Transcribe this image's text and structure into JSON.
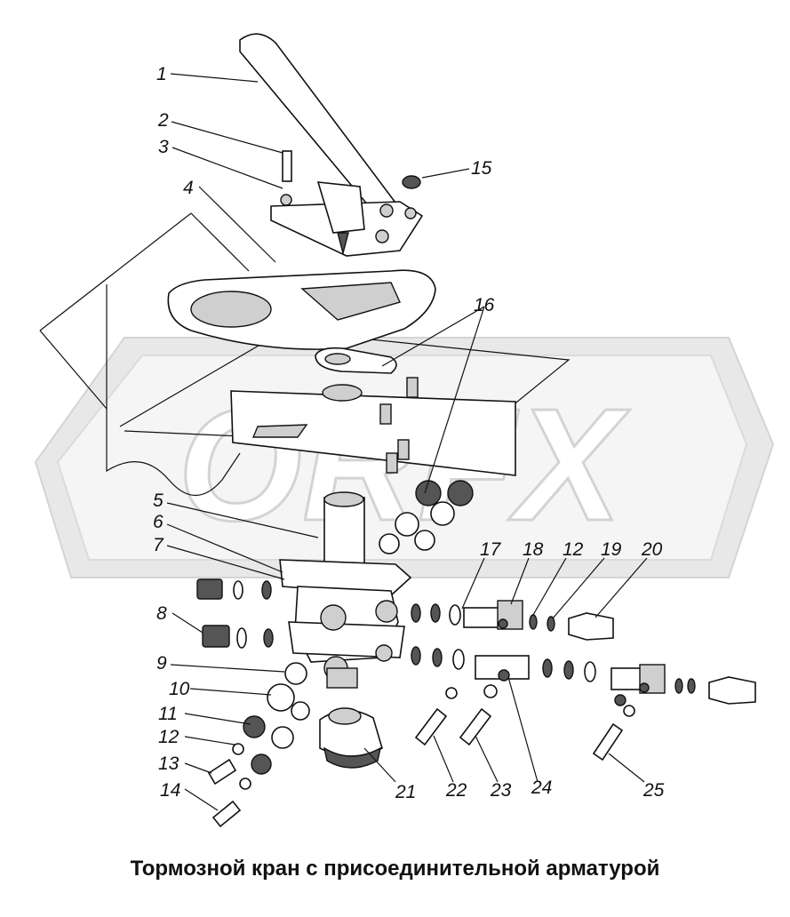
{
  "title": "Тормозной кран с присоединительной арматурой",
  "watermark": "ORFX",
  "callouts": [
    {
      "id": "c1",
      "text": "1"
    },
    {
      "id": "c2",
      "text": "2"
    },
    {
      "id": "c3",
      "text": "3"
    },
    {
      "id": "c4",
      "text": "4"
    },
    {
      "id": "c5",
      "text": "5"
    },
    {
      "id": "c6",
      "text": "6"
    },
    {
      "id": "c7",
      "text": "7"
    },
    {
      "id": "c8",
      "text": "8"
    },
    {
      "id": "c9",
      "text": "9"
    },
    {
      "id": "c10",
      "text": "10"
    },
    {
      "id": "c11",
      "text": "11"
    },
    {
      "id": "c12a",
      "text": "12"
    },
    {
      "id": "c13",
      "text": "13"
    },
    {
      "id": "c14",
      "text": "14"
    },
    {
      "id": "c15",
      "text": "15"
    },
    {
      "id": "c16",
      "text": "16"
    },
    {
      "id": "c17",
      "text": "17"
    },
    {
      "id": "c18",
      "text": "18"
    },
    {
      "id": "c12b",
      "text": "12"
    },
    {
      "id": "c19",
      "text": "19"
    },
    {
      "id": "c20",
      "text": "20"
    },
    {
      "id": "c21",
      "text": "21"
    },
    {
      "id": "c22",
      "text": "22"
    },
    {
      "id": "c23",
      "text": "23"
    },
    {
      "id": "c24",
      "text": "24"
    },
    {
      "id": "c25",
      "text": "25"
    }
  ]
}
